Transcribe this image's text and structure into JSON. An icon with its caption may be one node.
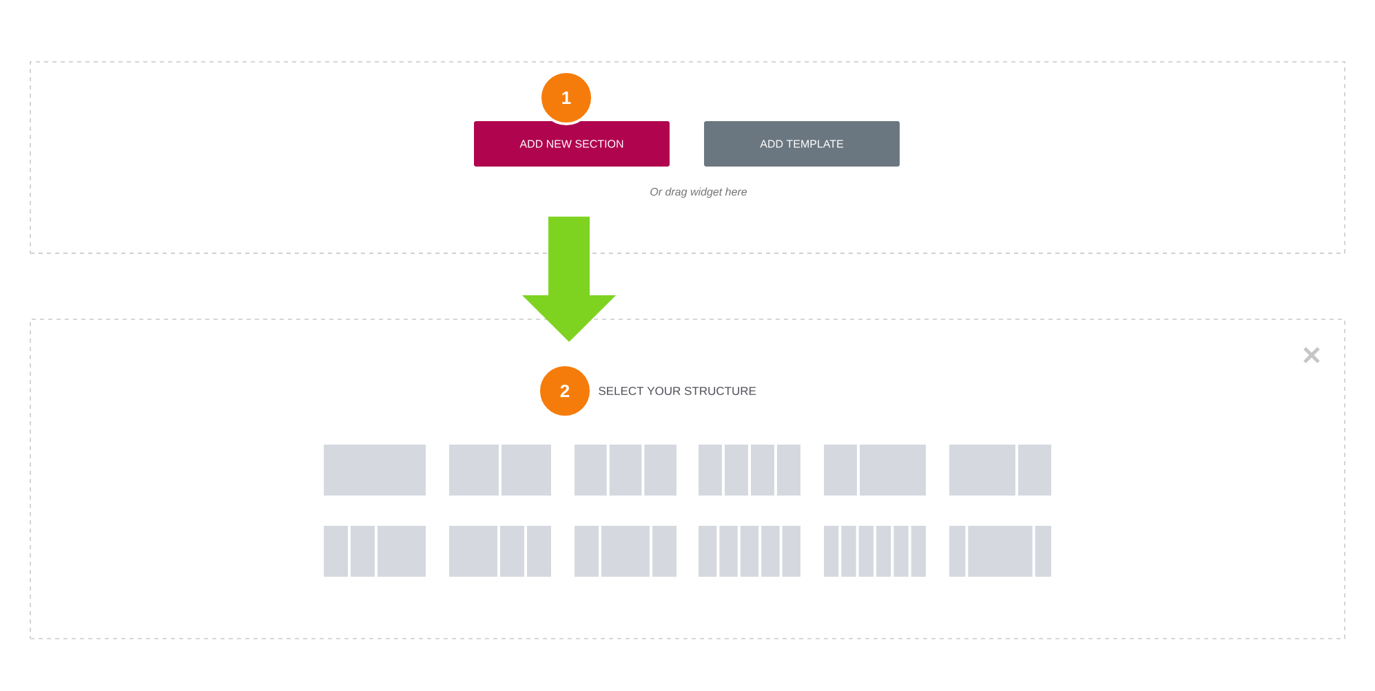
{
  "diagram": {
    "nodes": [
      {
        "text": [],
        "shape": "box"
      },
      {
        "text": [
          "ADD NEW SECTION"
        ],
        "in": 0
      },
      {
        "text": [
          "ADD TEMPLATE"
        ],
        "in": 0
      },
      {
        "text": [
          "1"
        ],
        "in": 0
      },
      {
        "text": [],
        "shape": "box"
      },
      {
        "text": [
          "2"
        ],
        "in": 4,
        "beside": [
          "SELECT YOUR STRUCTURE"
        ]
      }
    ],
    "edges": [
      {
        "from": 0,
        "to": 4,
        "arrow": "to",
        "color": "#7ed321"
      }
    ],
    "labels": [
      "Or drag widget here"
    ]
  }
}
